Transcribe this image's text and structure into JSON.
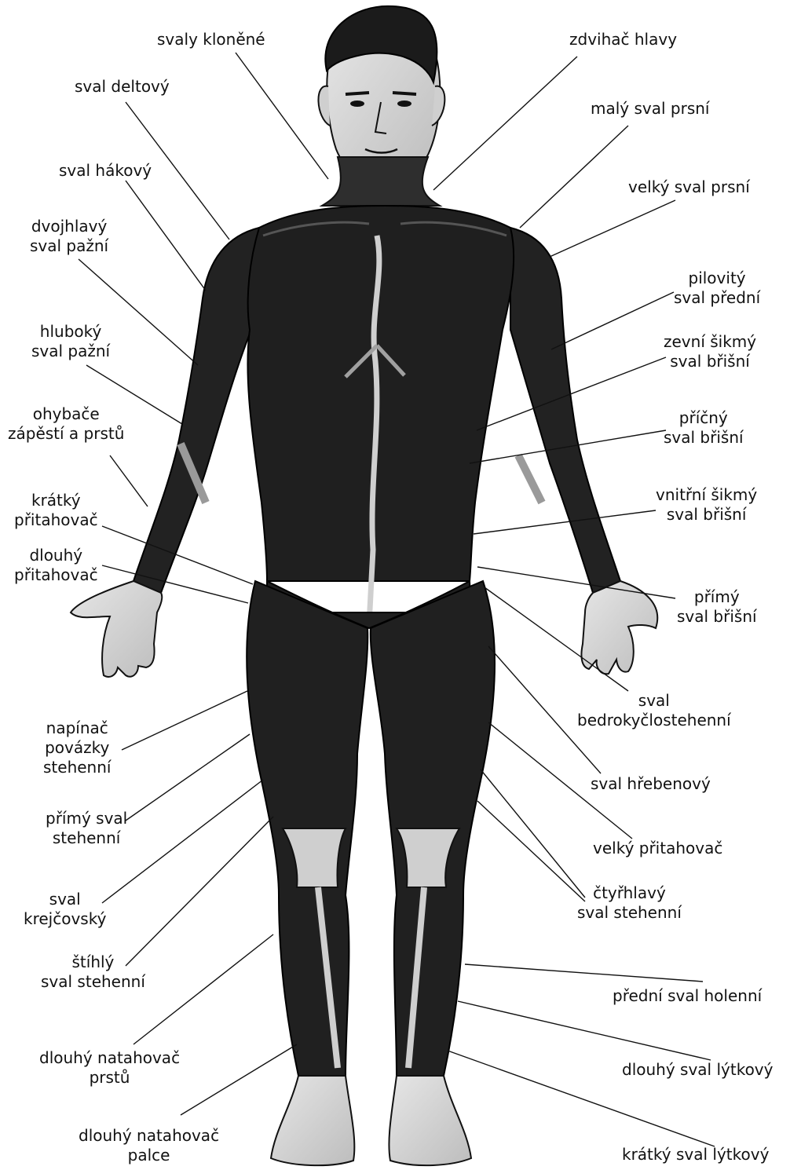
{
  "labels": {
    "svaly_klonene": [
      "svaly kloněné"
    ],
    "zdvihac_hlavy": [
      "zdvihač hlavy"
    ],
    "sval_deltovy": [
      "sval deltový"
    ],
    "maly_sval_prsni": [
      "malý sval prsní"
    ],
    "sval_hakovy": [
      "sval hákový"
    ],
    "velky_sval_prsni": [
      "velký sval prsní"
    ],
    "dvojhlavy_sval_pazni": [
      "dvojhlavý",
      "sval pažní"
    ],
    "pilovity_sval_predni": [
      "pilovitý",
      "sval přední"
    ],
    "hluboky_sval_pazni": [
      "hluboký",
      "sval pažní"
    ],
    "zevni_sikmy_sval_bricni": [
      "zevní šikmý",
      "sval břišní"
    ],
    "ohybace_zapesti_a_prstu": [
      "ohybače",
      "zápěstí a prstů"
    ],
    "pricny_sval_bricni": [
      "příčný",
      "sval břišní"
    ],
    "kratky_pritahovac": [
      "krátký",
      "přitahovač"
    ],
    "vnitrni_sikmy_sval_bricni": [
      "vnitřní šikmý",
      "sval břišní"
    ],
    "dlouhy_pritahovac": [
      "dlouhý",
      "přitahovač"
    ],
    "primy_sval_bricni": [
      "přímý",
      "sval břišní"
    ],
    "sval_bedrokyclostehenni": [
      "sval",
      "bedrokyčlostehenní"
    ],
    "napinac_povazky_stehenni": [
      "napínač",
      "povázky",
      "stehenní"
    ],
    "sval_hrebenovy": [
      "sval hřebenový"
    ],
    "primy_sval_stehenni": [
      "přímý sval",
      "stehenní"
    ],
    "velky_pritahovac": [
      "velký přitahovač"
    ],
    "sval_krejcovsky": [
      "sval",
      "krejčovský"
    ],
    "ctyrhlavy_sval_stehenni": [
      "čtyřhlavý",
      "sval stehenní"
    ],
    "stihly_sval_stehenni": [
      "štíhlý",
      "sval stehenní"
    ],
    "predni_sval_holenni": [
      "přední sval holenní"
    ],
    "dlouhy_natahovac_prstu": [
      "dlouhý natahovač",
      "prstů"
    ],
    "dlouhy_sval_lytkovy": [
      "dlouhý sval lýtkový"
    ],
    "dlouhy_natahovac_palce": [
      "dlouhý natahovač",
      "palce"
    ],
    "kratky_sval_lytkovy": [
      "krátký sval lýtkový"
    ]
  },
  "colors": {
    "muscle_dark": "#1f1f1f",
    "muscle_mid": "#3a3a3a",
    "skin": "#d9d9d9",
    "line": "#111111",
    "tendon": "#bdbdbd"
  }
}
